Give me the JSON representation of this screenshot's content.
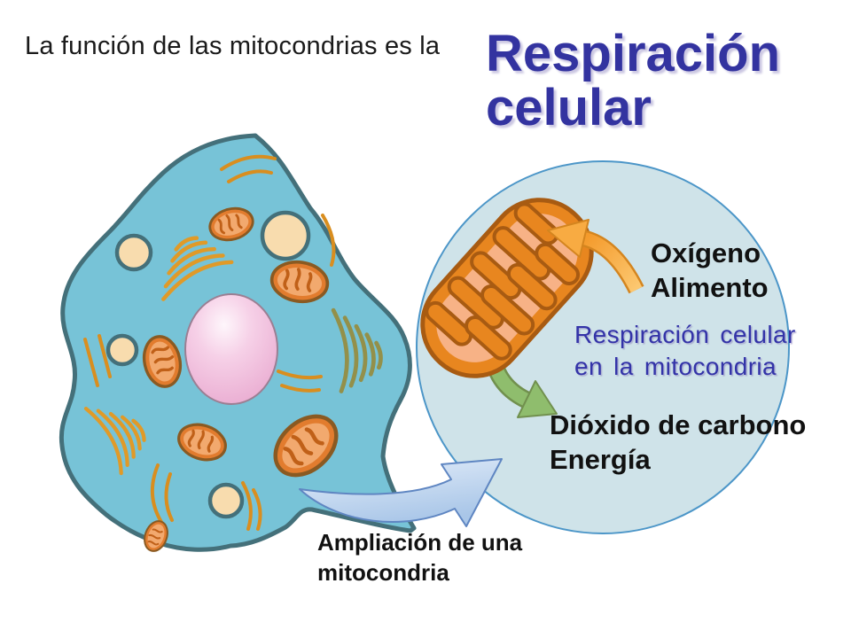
{
  "slide": {
    "background_color": "#ffffff",
    "lead_text": "La función de las mitocondrias es la",
    "title": {
      "line1": "Respiración",
      "line2": "celular",
      "color": "#3333a0"
    },
    "labels": {
      "inputs": {
        "line1": "Oxígeno",
        "line2": "Alimento",
        "color": "#111111"
      },
      "process": {
        "line1": "Respiración celular",
        "line2": "en la mitocondria",
        "color": "#3333a8"
      },
      "outputs": {
        "line1": "Dióxido de carbono",
        "line2": "Energía",
        "color": "#111111"
      },
      "zoom_caption": {
        "line1": "Ampliación de una",
        "line2": "mitocondria",
        "color": "#111111"
      }
    },
    "figures": {
      "animal_cell": {
        "description": "célula animal",
        "fill": "#77c3d7",
        "outline": "#44707a",
        "nucleus_fill": "#eaaed2",
        "mitochondria_fill": "#e27c2e",
        "vesicle_fill": "#f8dcae",
        "golgi_stroke": "#e09a28",
        "olive_stack_stroke": "#93904a"
      },
      "zoom_circle": {
        "description": "ampliación de una mitocondria",
        "fill": "#cfe3e9",
        "border": "#4c96c8",
        "mitochondrion_fill": "#e8861f",
        "mitochondrion_inner": "#f7b286",
        "mitochondrion_outline": "#a85b12"
      }
    },
    "icons": {
      "input_arrow": {
        "name": "input-arrow-icon",
        "color": "#f8ab42"
      },
      "output_arrow": {
        "name": "output-arrow-icon",
        "color": "#8fbd6d"
      },
      "zoom_arrow": {
        "name": "zoom-arrow-icon",
        "color": "#bcd4ef"
      }
    }
  }
}
